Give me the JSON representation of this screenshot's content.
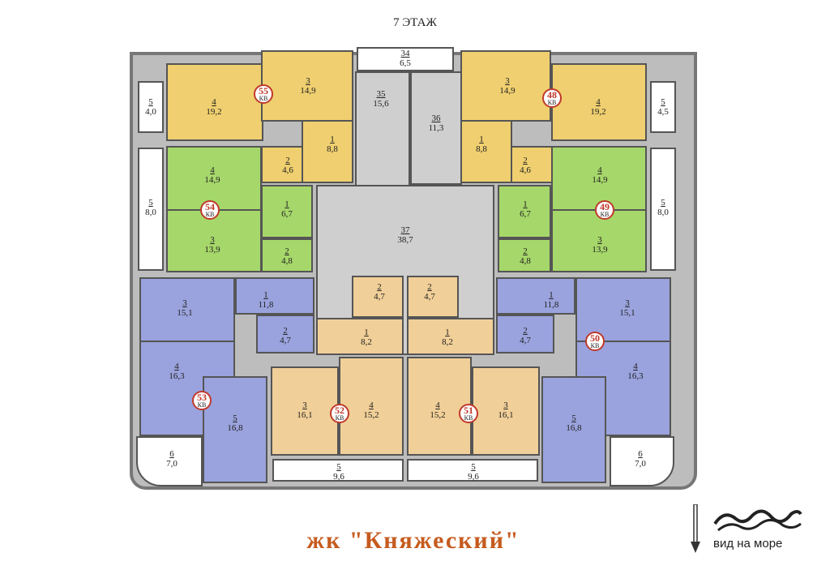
{
  "floor_title": "7 ЭТАЖ",
  "complex_name": "жк \"Княжеский\"",
  "sea_view_label": "вид на море",
  "apartments": [
    {
      "id": "48",
      "kv": "КВ"
    },
    {
      "id": "49",
      "kv": "КВ"
    },
    {
      "id": "50",
      "kv": "КВ"
    },
    {
      "id": "51",
      "kv": "КВ"
    },
    {
      "id": "52",
      "kv": "КВ"
    },
    {
      "id": "53",
      "kv": "КВ"
    },
    {
      "id": "54",
      "kv": "КВ"
    },
    {
      "id": "55",
      "kv": "КВ"
    }
  ],
  "rooms": [
    {
      "n": "34",
      "a": "6,5"
    },
    {
      "n": "35",
      "a": "15,6"
    },
    {
      "n": "36",
      "a": "11,3"
    },
    {
      "n": "37",
      "a": "38,7"
    },
    {
      "n": "4",
      "a": "19,2"
    },
    {
      "n": "3",
      "a": "14,9"
    },
    {
      "n": "1",
      "a": "8,8"
    },
    {
      "n": "2",
      "a": "4,6"
    },
    {
      "n": "5",
      "a": "4,0"
    },
    {
      "n": "3",
      "a": "14,9"
    },
    {
      "n": "4",
      "a": "19,2"
    },
    {
      "n": "1",
      "a": "8,8"
    },
    {
      "n": "2",
      "a": "4,6"
    },
    {
      "n": "5",
      "a": "4,5"
    },
    {
      "n": "4",
      "a": "14,9"
    },
    {
      "n": "1",
      "a": "6,7"
    },
    {
      "n": "3",
      "a": "13,9"
    },
    {
      "n": "2",
      "a": "4,8"
    },
    {
      "n": "5",
      "a": "8,0"
    },
    {
      "n": "4",
      "a": "14,9"
    },
    {
      "n": "1",
      "a": "6,7"
    },
    {
      "n": "3",
      "a": "13,9"
    },
    {
      "n": "2",
      "a": "4,8"
    },
    {
      "n": "5",
      "a": "8,0"
    },
    {
      "n": "3",
      "a": "15,1"
    },
    {
      "n": "1",
      "a": "11,8"
    },
    {
      "n": "2",
      "a": "4,7"
    },
    {
      "n": "4",
      "a": "16,3"
    },
    {
      "n": "5",
      "a": "16,8"
    },
    {
      "n": "6",
      "a": "7,0"
    },
    {
      "n": "1",
      "a": "11,8"
    },
    {
      "n": "3",
      "a": "15,1"
    },
    {
      "n": "2",
      "a": "4,7"
    },
    {
      "n": "4",
      "a": "16,3"
    },
    {
      "n": "5",
      "a": "16,8"
    },
    {
      "n": "6",
      "a": "7,0"
    },
    {
      "n": "2",
      "a": "4,7"
    },
    {
      "n": "1",
      "a": "8,2"
    },
    {
      "n": "3",
      "a": "16,1"
    },
    {
      "n": "4",
      "a": "15,2"
    },
    {
      "n": "5",
      "a": "9,6"
    },
    {
      "n": "2",
      "a": "4,7"
    },
    {
      "n": "1",
      "a": "8,2"
    },
    {
      "n": "4",
      "a": "15,2"
    },
    {
      "n": "3",
      "a": "16,1"
    },
    {
      "n": "5",
      "a": "9,6"
    }
  ]
}
